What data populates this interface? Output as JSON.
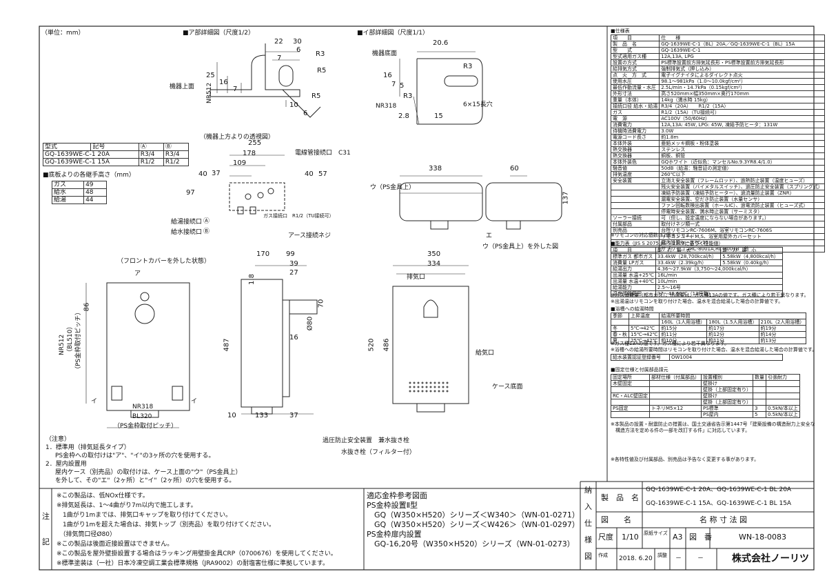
{
  "unit": "（単位：mm）",
  "detail_a": {
    "title": "■ア部詳細図（尺度1/2）",
    "d30": "30",
    "d22": "22",
    "d6": "6",
    "d7": "7",
    "r3": "R3",
    "r5": "R5",
    "r5b": "R5",
    "d25": "25",
    "d16": "16",
    "d7b": "7",
    "d10": "10",
    "d6b": "6",
    "base": "機器上面",
    "nr": "NR512"
  },
  "detail_i": {
    "title": "■イ部詳細図（尺度1/1）",
    "d206": "20.6",
    "bottom": "機器底面",
    "r3": "R3",
    "r3b": "R3",
    "d16": "16",
    "d7": "7",
    "d5": "5",
    "nr": "NR318",
    "d28": "2.8",
    "d15": "15",
    "slot": "6×15長穴"
  },
  "model_table": {
    "headers": [
      "型式",
      "記号",
      "Ⓐ",
      "Ⓑ"
    ],
    "rows": [
      [
        "GQ-1639WE-C-1 20A",
        "R3/4",
        "R3/4"
      ],
      [
        "GQ-1639WE-C-1 15A",
        "R1/2",
        "R1/2"
      ]
    ]
  },
  "height_table": {
    "title": "■底板よりの各継手高さ（mm）",
    "rows": [
      [
        "ガス",
        "49"
      ],
      [
        "給水",
        "48"
      ],
      [
        "給湯",
        "44"
      ]
    ]
  },
  "top_view": {
    "title": "（機器上方よりの透視図）",
    "d255": "255",
    "d178": "178",
    "d109": "109",
    "d37": "37",
    "d40": "40",
    "d40b": "40",
    "d57": "57",
    "d97": "97",
    "elec": "電線管接続口　C31",
    "hot": "給湯接続口",
    "hot_mark": "Ⓐ",
    "water": "給水接続口",
    "water_mark": "Ⓑ",
    "gas": "ガス接続口　R1/2（TU接続可）",
    "earth": "アース接続ネジ"
  },
  "ps_view": {
    "d338": "338",
    "u_label": "ウ（PS金具上）",
    "d60": "60",
    "d137": "137",
    "e_label": "エ",
    "u_removed": "ウ（PS金具上）を外した図"
  },
  "front_view": {
    "title": "（フロントカバーを外した状態）",
    "a": "ア",
    "d86": "86",
    "nr512": "NR512",
    "bl510": "（BL510）",
    "ps_pitch_v": "（PS金枠取付ピッチ）",
    "i1": "イ",
    "i2": "イ",
    "nr318": "NR318",
    "bl320": "BL320",
    "ps_pitch_h": "（PS金枠取付ピッチ）"
  },
  "side_view": {
    "d170": "170",
    "d99": "99",
    "d39": "39",
    "d27": "27",
    "d18": "1.8",
    "d70": "70",
    "d80": "Ø80",
    "d16": "16",
    "d487": "487",
    "d10": "10",
    "d133": "133",
    "d37": "37"
  },
  "front2_view": {
    "d350": "350",
    "d334": "334",
    "exhaust": "排気口",
    "d520": "520",
    "d486": "486",
    "intake": "給気口",
    "case_bottom": "ケース底面",
    "relief": "過圧防止安全装置　兼水抜き栓",
    "drain": "水抜き栓（フィルター付）"
  },
  "notes": {
    "title": "（注意）",
    "l1": "1．標準用（排気延長タイプ）",
    "l2": "PS金枠への取付けは\"ア\"、\"イ\"の3ヶ所の穴を使用する。",
    "l3": "2．屋内設置用",
    "l4": "屋内ケース（別売品）の取付けは、ケース上面の\"ウ\"（PS金具上）",
    "l5": "を外して、その\"エ\"（2ヶ所）と\"イ\"（2ヶ所）の穴を使用する。"
  },
  "spec": {
    "title": "■仕様表",
    "rows": [
      [
        "項　　目",
        "仕　　様"
      ],
      [
        "製　品　名",
        "GQ-1639WE-C-1（BL）20A／GQ-1639WE-C-1（BL）15A"
      ],
      [
        "型　　式",
        "GQ-1639WE-C-1"
      ],
      [
        "型式適用ガス種",
        "12A,13A, LPG"
      ],
      [
        "設置の方式",
        "PS標準設置前方排気延長形・PS標準設置前方排気延長形"
      ],
      [
        "給排気方式",
        "強制排気式（押し込み）"
      ],
      [
        "点　火　方　式",
        "電子イグナイタによるダイレクト点火"
      ],
      [
        "使用水圧",
        "98.1〜981kPa（1.0〜10.0kgf/cm²）"
      ],
      [
        "最低作動流量・水圧",
        "2.5L/min・14.7kPa（0.15kgf/cm²）"
      ],
      [
        "外形寸法",
        "高さ520mm×幅350mm×奥行170mm"
      ],
      [
        "重量（本体）",
        "14kg（満水時 15kg）"
      ],
      [
        "接続口径 給水・給湯",
        "R3/4（20A）　　R1/2（15A）"
      ],
      [
        "ガス",
        "R1/2（15A）（TU接続可）"
      ],
      [
        "電　源",
        "AC100V（50/60Hz）"
      ],
      [
        "消費電力",
        "12A,13A: 45W, LPG: 45W, 凍結予防ヒータ：131W"
      ],
      [
        "待機時消費電力",
        "3.0W"
      ],
      [
        "電源コード長さ",
        "約1.8m"
      ],
      [
        "本体外装",
        "亜鉛メッキ鋼板・粉体塗装"
      ],
      [
        "熱交換器",
        "ステンレス"
      ],
      [
        "熱交換器",
        "銅板、銅管"
      ],
      [
        "本体外装色",
        "GQホワイト（近似色：マンセルNo.9.3YR8.4/1.0）"
      ],
      [
        "騒音値",
        "50dB（給湯：騒音証の測定値）"
      ],
      [
        "排気温度",
        "260℃以下"
      ],
      [
        "安全装置",
        "立消え安全装置（フレームロッド）、過熱防止装置（温度ヒューズ）"
      ],
      [
        "",
        "残火安全装置（バイメタルスイッチ）、過圧防止安全装置（スプリング式）"
      ],
      [
        "",
        "凍結予防装置（凍結予防ヒーター）、過流量防止装置（ZNR）"
      ],
      [
        "",
        "漏電安全装置、空だき防止装置（水量センサ）"
      ],
      [
        "",
        "ファン回転数検出装置（ホールIC）、過電流防止装置（ヒューズ式）"
      ],
      [
        "",
        "停電時安全装置、満水時止装置（サーミスタ）"
      ],
      [
        "ソーラー接続",
        "可（但し、設定温度にならない場合があります。）"
      ],
      [
        "付属部品",
        "取付けネジ類一式"
      ],
      [
        "別売品",
        "台所リモコンRC-7606M、浴室リモコンRC-7606S"
      ],
      [
        "",
        "リモコンコードM,S、浴室用屋外カバーセット"
      ],
      [
        "",
        "屋内設置ケースTC-15"
      ],
      [
        "",
        "サブリモコンRC-8001A,RC-8001B　他"
      ]
    ],
    "note": "※リモコンの対応個数は2個までです。"
  },
  "capacity": {
    "title": "■能力表（JIS S 2075,JIS S 2109に基づく性能値）",
    "rows": [
      [
        "項　　目",
        "能　力　最　大",
        "能　力　最　小"
      ],
      [
        "標準ガス 都市ガス",
        "33.4kW（28,700kcal/h）",
        "5.58kW（4,800kcal/h）"
      ],
      [
        "消費量 LPガス",
        "33.4kW（2.39kg/h）",
        "5.58kW（0.40kg/h）"
      ],
      [
        "給湯出力",
        "4.36〜27.9kW（3,750〜24,000kcal/h）",
        ""
      ],
      [
        "出湯量 水温+25℃",
        "16L/min",
        ""
      ],
      [
        "出湯量 水温+40℃",
        "10L/min",
        ""
      ],
      [
        "給湯能力",
        "2.5〜16号",
        ""
      ],
      [
        "温度調節範囲",
        "37〜48,60℃（13段階）",
        ""
      ]
    ],
    "note1": "※ガス消費量（都市ガス）、出湯量は、ガス種13Aの値です。ガス種により若干異なります。",
    "note2": "※出湯温はリモコンを取り付けた場合、温水を混合給湯した場合の計算値です。"
  },
  "bath": {
    "title": "■浴槽への給湯時間",
    "rows": [
      [
        "季節",
        "上昇温度",
        "給湯所要時間"
      ],
      [
        "",
        "",
        "160L（1人用浴槽）",
        "180L（1.5人用浴槽）",
        "210L（2人用浴槽）"
      ],
      [
        "冬",
        "5℃→42℃",
        "約15分",
        "約17分",
        "約19分"
      ],
      [
        "春・秋",
        "15℃→42℃",
        "約11分",
        "約12分",
        "約14分"
      ],
      [
        "夏",
        "25℃→42℃",
        "約10分",
        "約11分",
        "約13分"
      ]
    ],
    "note1": "※ガス種13Aの値です。ガス種により若干異なります。",
    "note2": "※浴槽への給湯所要時間はリモコンを取り付けた場合、温水を混合給湯した場合の計算値です。",
    "cert_label": "給水装置認証登録番号",
    "cert_value": "OW1004"
  },
  "fixing": {
    "title": "■固定仕様と付属部品請元",
    "headers": [
      "固定場所",
      "部材仕様（付属部品）",
      "設置種別",
      "数量",
      "引張耐力"
    ],
    "rows": [
      [
        "木壁固定",
        "",
        "壁掛け",
        "",
        ""
      ],
      [
        "",
        "",
        "壁掛（上部固定有り）",
        "",
        ""
      ],
      [
        "RC・ALC壁固定",
        "",
        "壁掛け",
        "",
        ""
      ],
      [
        "",
        "",
        "壁掛（上部固定有り）",
        "",
        ""
      ],
      [
        "PS固定",
        "トネリM5×12",
        "PS標準",
        "3",
        "0.5kN/本以上"
      ],
      [
        "",
        "",
        "PS屋内",
        "5",
        "0.5kN/本以上"
      ]
    ],
    "note1": "※本製品の設置・耐震防止の措置は、国土交通省告示第1447号「建築設備の構造耐力上安全な",
    "note2": "　構造方法を定める件の一部を改訂する件」に対応しています。",
    "footer": "※各特性値及び付属部品、別売品は予告なく変更する事があります。"
  },
  "remarks": {
    "side1": "注",
    "side2": "記",
    "lines": [
      "※この製品は、低NOx仕様です。",
      "※排気延長は、1〜4曲がり7m以内で施工します。",
      "　1曲がり1mまでは、排気口キャップを取り付けてください。",
      "　1曲がり1mを超えた場合は、排気トップ（別売品）を取り付けてください。",
      "　（排気筒口径Ø80）",
      "※この製品は後面近接設置はできません。",
      "※この製品を屋外壁掛設置する場合はラッキング用壁掛金具CRP（0700676）を使用してください。",
      "※標準塗装は（一社）日本冷凍空調工業会標準規格（JRA9002）の耐塩害仕様に準拠しています。"
    ]
  },
  "frame_ref": {
    "lines": [
      "適応金枠参考図面",
      "PS金枠設置Ⅱ型",
      "　GQ（W350×H520）シリーズ＜W340＞（WN-01-0271）",
      "　GQ（W350×H520）シリーズ＜W426＞（WN-01-0297）",
      "PS金枠扉内設置",
      "　GQ-16,20号（W350×H520）シリーズ（WN-01-0273）"
    ]
  },
  "title_block": {
    "v1": "納",
    "v2": "入",
    "v3": "仕",
    "v4": "様",
    "v5": "図",
    "product_label": "製　品　名",
    "product1": "GQ-1639WE-C-1 20A、GQ-1639WE-C-1 BL 20A",
    "product2": "GQ-1639WE-C-1 15A、GQ-1639WE-C-1 BL 15A",
    "drawing_label": "図　　名",
    "drawing_name": "名 称 寸 法 図",
    "scale_label": "尺度",
    "scale": "1/10",
    "paper_label": "原紙サイズ",
    "paper": "A3",
    "number_label": "図　番",
    "number": "WN-18-0083",
    "made_label": "作成",
    "date": "2018. 6.20",
    "check_label": "調整",
    "dash1": "－",
    "dash2": "－",
    "company": "株式会社ノーリツ"
  }
}
